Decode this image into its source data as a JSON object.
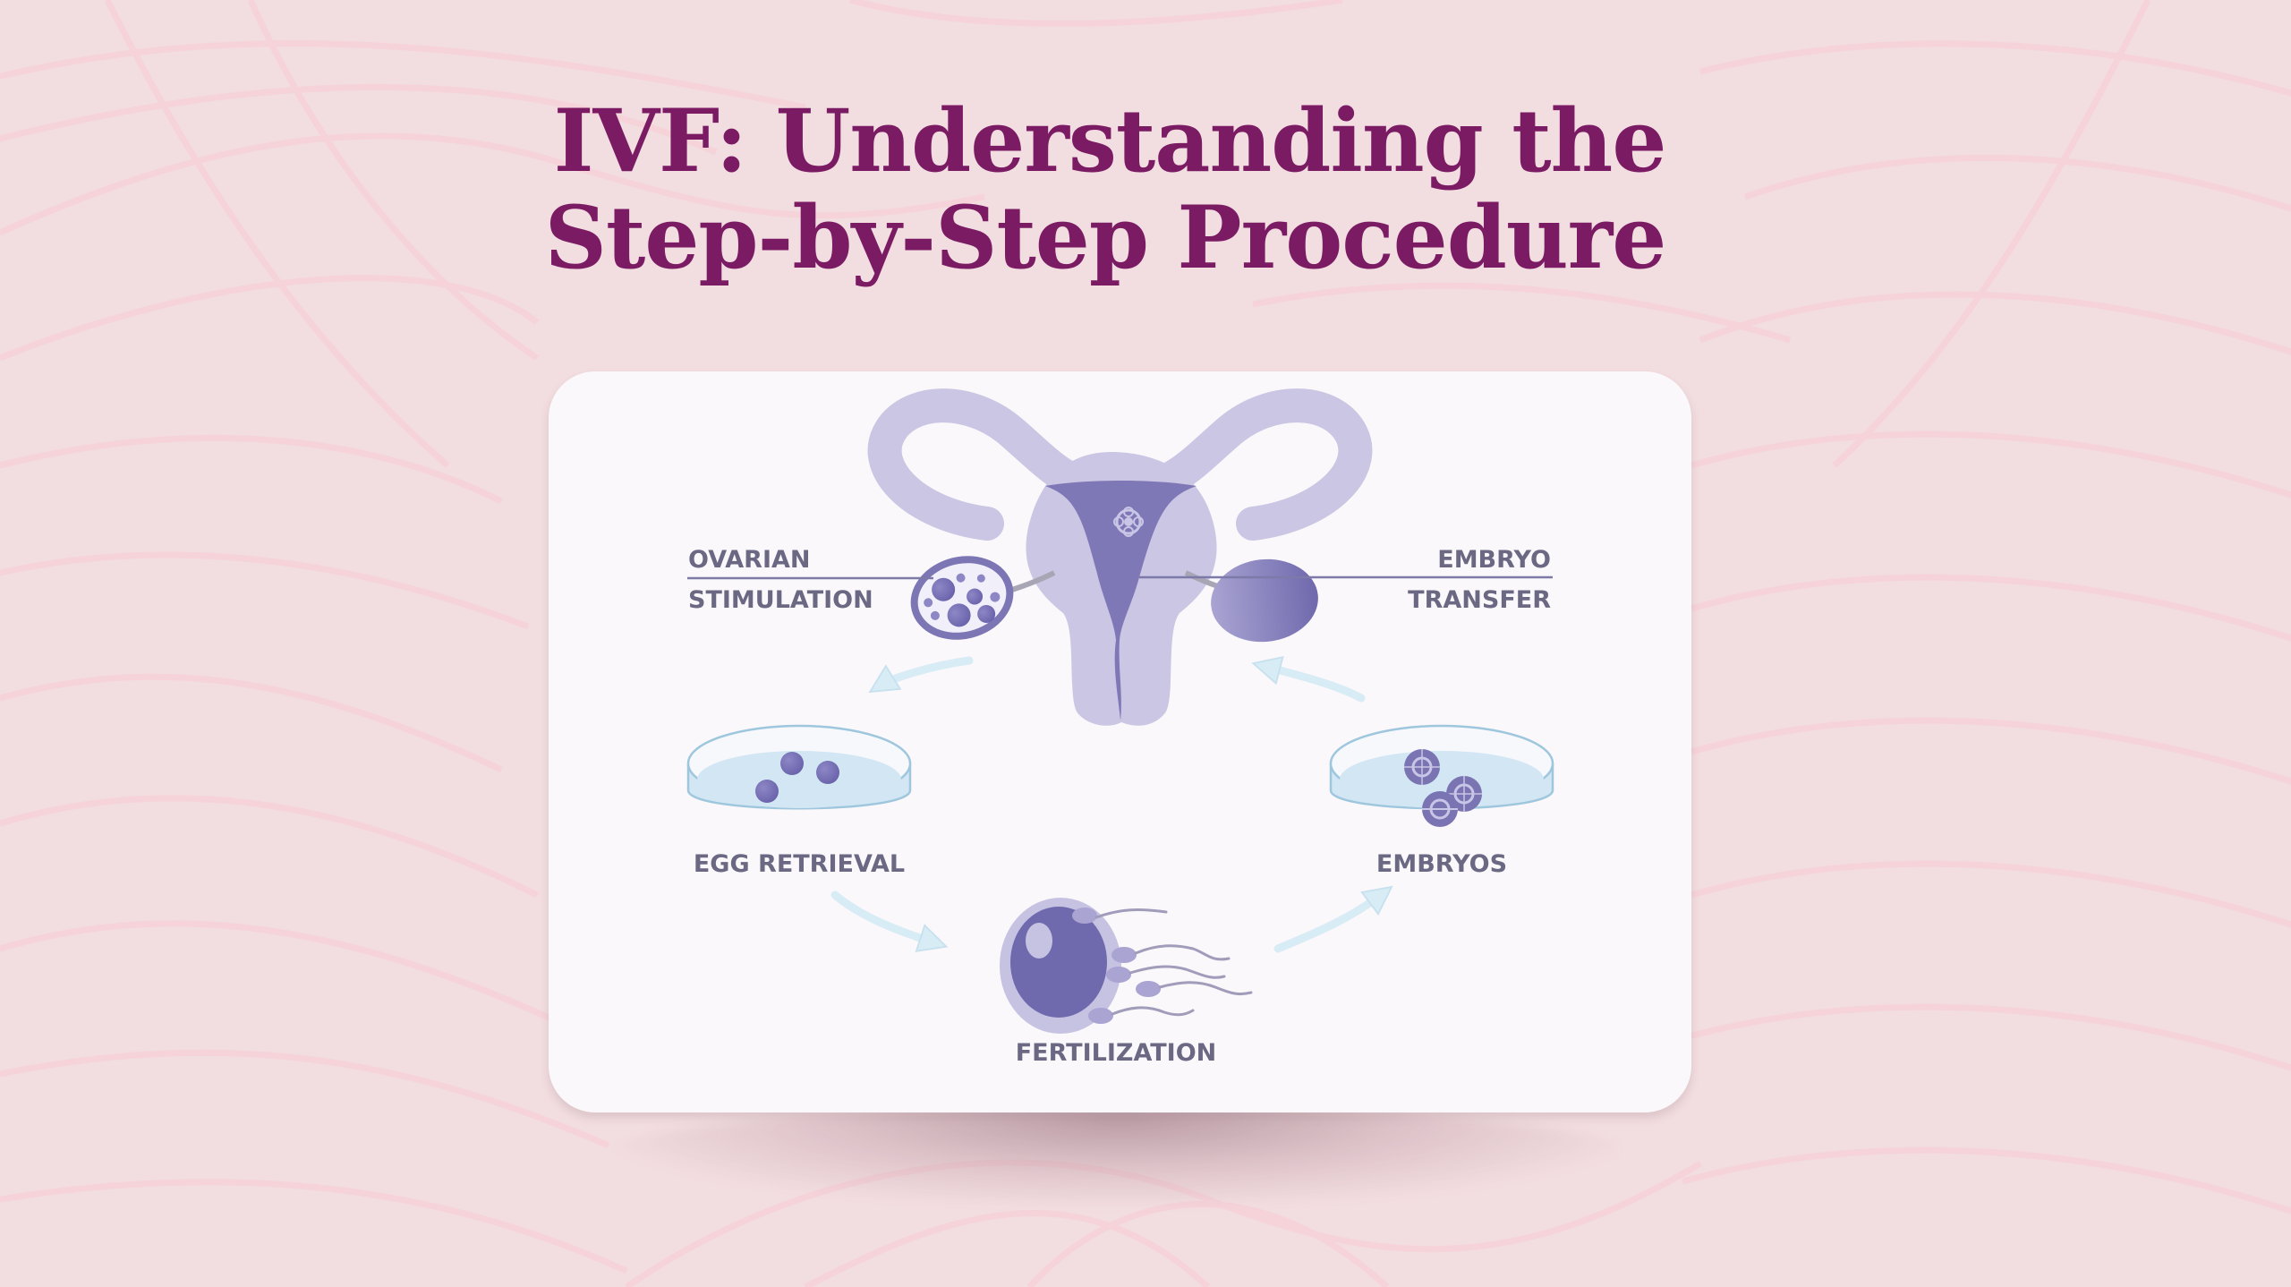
{
  "title": {
    "line1": "IVF: Understanding the",
    "line2": "Step-by-Step Procedure"
  },
  "diagram": {
    "labels": {
      "ovarian": "OVARIAN",
      "stimulation": "STIMULATION",
      "embryo": "EMBRYO",
      "transfer": "TRANSFER",
      "egg_retrieval": "EGG RETRIEVAL",
      "embryos": "EMBRYOS",
      "fertilization": "FERTILIZATION"
    },
    "steps": [
      "OVARIAN STIMULATION",
      "EGG RETRIEVAL",
      "FERTILIZATION",
      "EMBRYOS",
      "EMBRYO TRANSFER"
    ]
  },
  "colors": {
    "background": "#f2dde0",
    "background_lines": "#f5d3da",
    "title": "#7a1b64",
    "card": "#fbf8fb",
    "organ_light": "#cac6e3",
    "organ_dark": "#7c76b4",
    "label_text": "#6b6883",
    "dish": "#d2e6f3",
    "arrow": "#d8ecf5"
  }
}
